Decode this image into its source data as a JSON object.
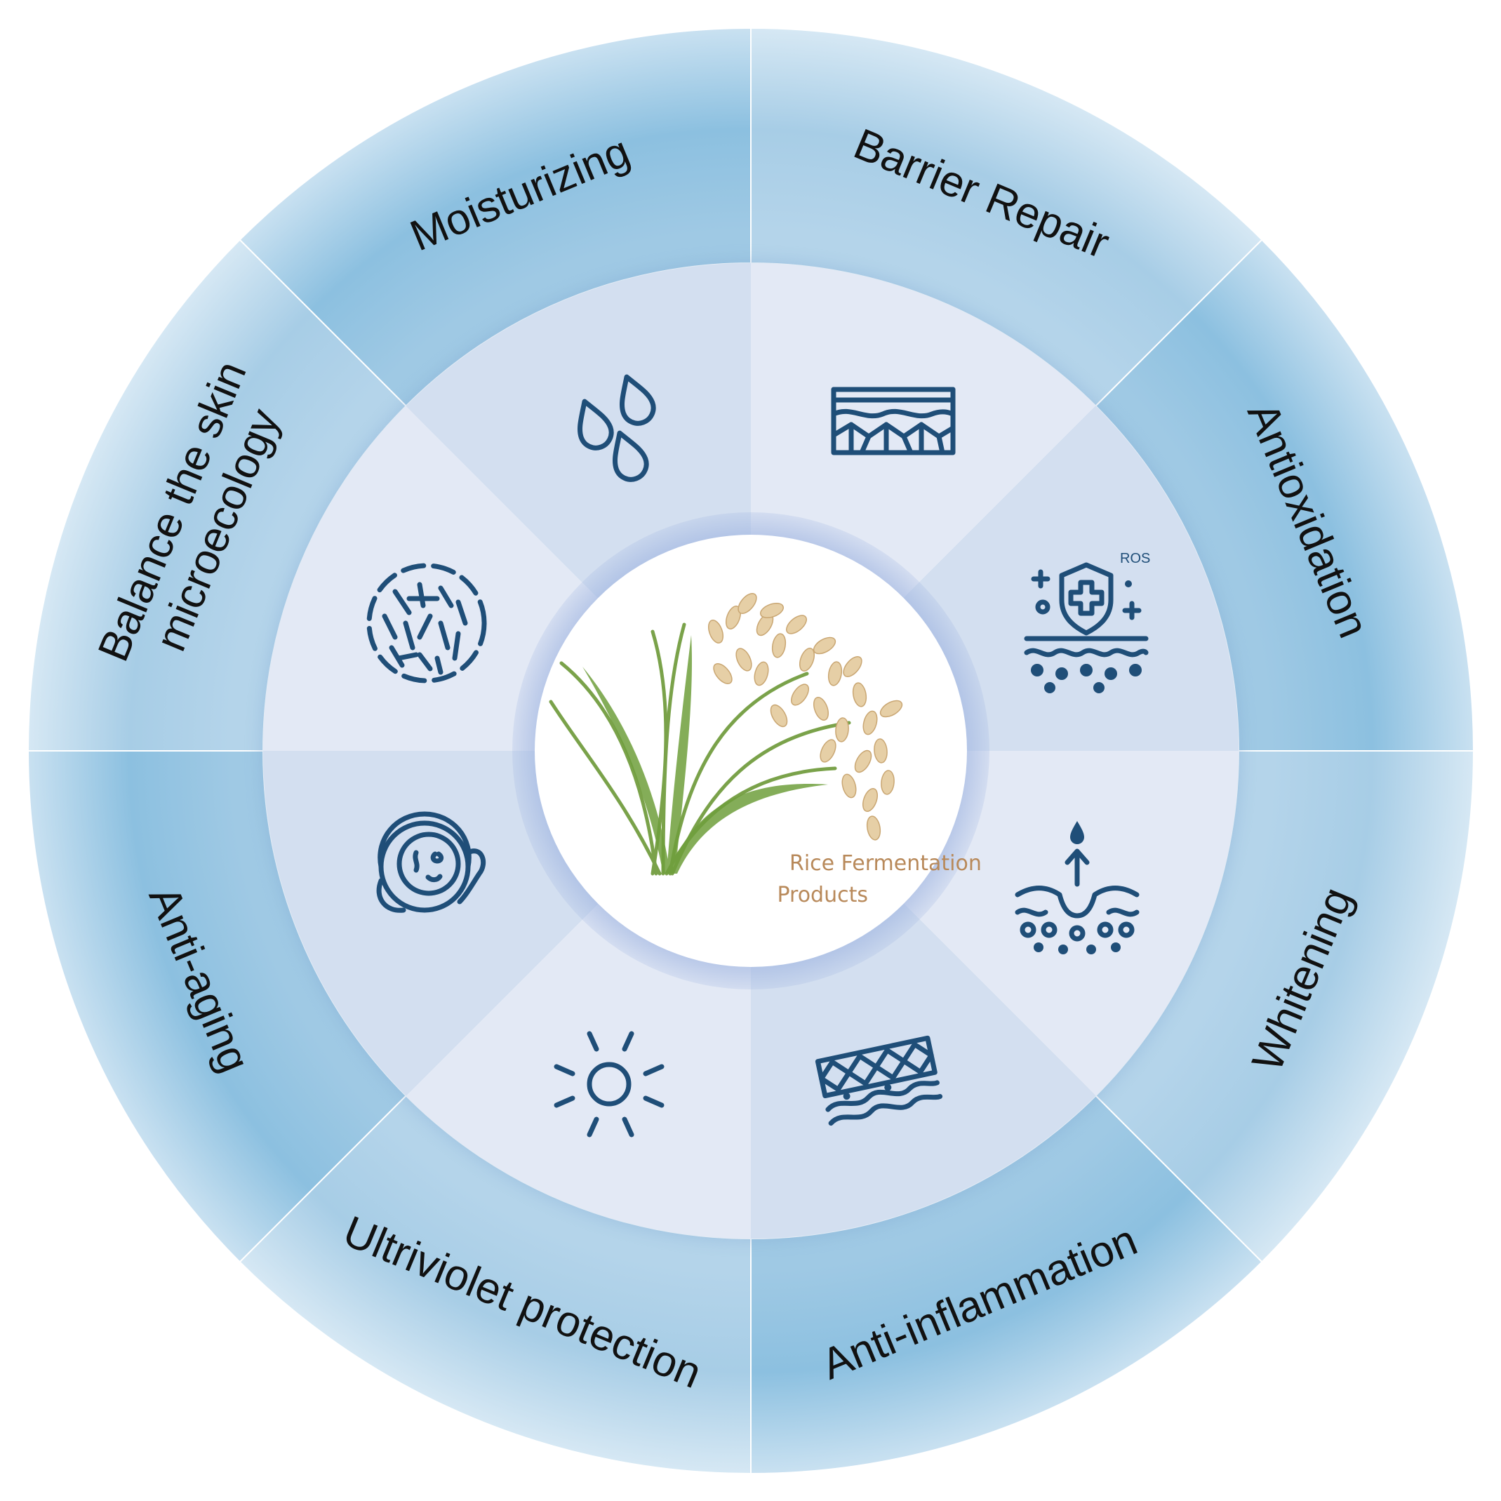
{
  "center": {
    "title_line1": "Rice Fermentation",
    "title_line2": "Products",
    "image": "rice-plant-illustration"
  },
  "segments": [
    {
      "label": "Moisturizing",
      "icon": "water-drops-icon"
    },
    {
      "label": "Barrier Repair",
      "icon": "skin-layers-icon"
    },
    {
      "label": "Antioxidation",
      "icon": "shield-ros-icon",
      "icon_text": "ROS"
    },
    {
      "label": "Whitening",
      "icon": "skin-pigment-icon"
    },
    {
      "label": "Anti-inflammation",
      "icon": "inflamed-skin-icon"
    },
    {
      "label": "Ultriviolet protection",
      "icon": "sun-icon"
    },
    {
      "label": "Anti-aging",
      "icon": "face-care-icon"
    },
    {
      "label": "Balance the skin",
      "label_line2": "microecology",
      "icon": "bacteria-colony-icon"
    }
  ],
  "colors": {
    "outer_ring_dark": "#7fb8db",
    "outer_ring_light": "#cfe4f2",
    "middle_ring_a": "#d3dff0",
    "middle_ring_b": "#e3e9f5",
    "center_glow": "#9db3e0",
    "icon": "#1f4e78",
    "center_text": "#b8895a",
    "label": "#111111"
  }
}
